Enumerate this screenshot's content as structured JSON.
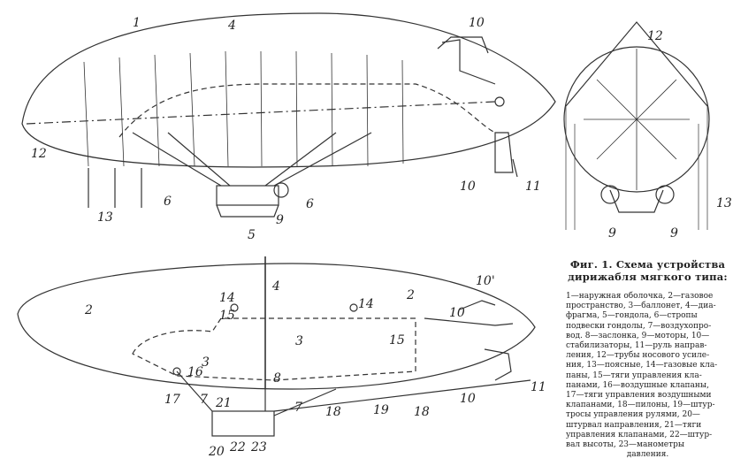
{
  "figure": {
    "title_line1": "Фиг. 1. Схема устройства",
    "title_line2": "дирижабля мягкого типа:",
    "legend_lines": [
      "1—наружная оболочка, 2—газовое",
      "пространство, 3—баллонет, 4—диа-",
      "фрагма, 5—гондола, 6—стропы",
      "подвески гондолы, 7—воздухопро-",
      "вод. 8—заслонка, 9—моторы, 10—",
      "стабилизаторы, 11—руль направ-",
      "ления, 12—трубы носового усиле-",
      "ния, 13—поясные, 14—газовые кла-",
      "паны, 15—тяги управления кла-",
      "панами, 16—воздушные клапаны,",
      "17—тяги управления воздушными",
      "клапанами, 18—пилоны, 19—штур-",
      "тросы управления рулями, 20—",
      "штурвал направления, 21—тяги",
      "управления клапанами, 22—штур-",
      "вал высоты, 23—манометры",
      "давления."
    ]
  },
  "side_view_labels": [
    "1",
    "4",
    "10",
    "12",
    "13",
    "6",
    "5",
    "9",
    "6",
    "10",
    "11"
  ],
  "front_view_labels": [
    "12",
    "9",
    "9",
    "13"
  ],
  "section_view_labels": [
    "2",
    "14",
    "15",
    "4",
    "10'",
    "2",
    "14",
    "3",
    "15",
    "10",
    "3",
    "16",
    "8",
    "11",
    "17",
    "7",
    "21",
    "7",
    "18",
    "19",
    "18",
    "10",
    "20",
    "22",
    "23"
  ]
}
